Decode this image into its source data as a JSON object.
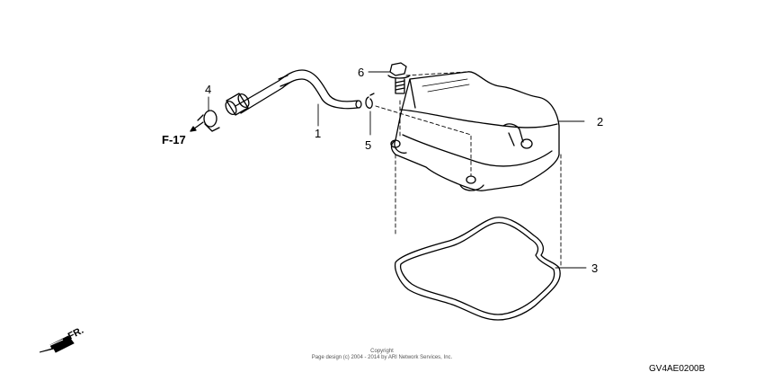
{
  "diagram": {
    "callouts": [
      "1",
      "2",
      "3",
      "4",
      "5",
      "6"
    ],
    "reference_label": "F-17",
    "direction_label": "FR.",
    "code": "GV4AE0200B"
  },
  "copyright": {
    "line1": "Copyright",
    "line2": "Page design (c) 2004 - 2014 by ARI Network Services, Inc."
  }
}
